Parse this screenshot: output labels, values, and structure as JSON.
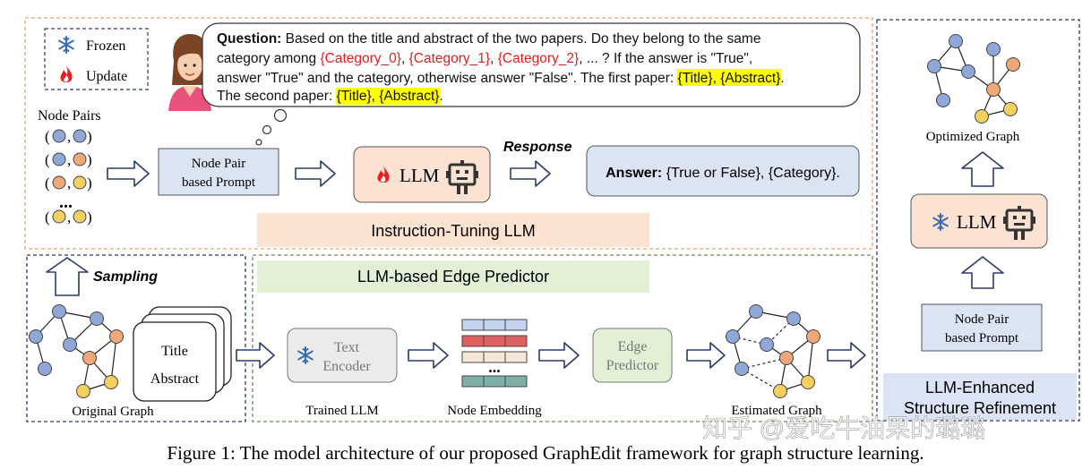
{
  "legend": {
    "frozen": "Frozen",
    "update": "Update"
  },
  "question": {
    "label": "Question:",
    "line1": "Based on the title and abstract of the two papers. Do they belong to the same",
    "line2_pre": "category among ",
    "cat0": "{Category_0}",
    "sep1": ", ",
    "cat1": "{Category_1}",
    "sep2": ", ",
    "cat2": "{Category_2}",
    "line2_post": ", ... ? If the answer is \"True\",",
    "line3_pre": "answer \"True\" and the category, otherwise answer \"False\". The first paper: ",
    "hl1": "{Title}, {Abstract}",
    "line3_post": ".",
    "line4_pre": "The second paper: ",
    "hl2": "{Title}, {Abstract}",
    "line4_post": "."
  },
  "node_pairs": {
    "label": "Node Pairs",
    "dots": "..."
  },
  "prompt_top": {
    "line1": "Node Pair",
    "line2": "based Prompt"
  },
  "llm_label": "LLM",
  "response_label": "Response",
  "answer": {
    "label": "Answer:",
    "text": "{True or False}, {Category}."
  },
  "instruction_label": "Instruction-Tuning LLM",
  "sampling_label": "Sampling",
  "docs": {
    "title": "Title",
    "abstract": "Abstract"
  },
  "original_graph_label": "Original Graph",
  "edge_predictor_region_label": "LLM-based Edge Predictor",
  "text_encoder": {
    "line1": "Text",
    "line2": "Encoder"
  },
  "trained_llm_label": "Trained LLM",
  "node_embedding_label": "Node Embedding",
  "embedding_dots": "...",
  "edge_predictor": {
    "line1": "Edge",
    "line2": "Predictor"
  },
  "estimated_graph_label": "Estimated Graph",
  "optimized_graph_label": "Optimized Graph",
  "prompt_right": {
    "line1": "Node Pair",
    "line2": "based Prompt"
  },
  "refinement": {
    "line1": "LLM-Enhanced",
    "line2": "Structure Refinement"
  },
  "watermark": "知乎 @爱吃牛油果的璐璐",
  "caption": "Figure 1: The model architecture of our proposed GraphEdit framework for graph structure learning.",
  "colors": {
    "node_blue": "#8fa8d8",
    "node_orange": "#f0a878",
    "node_yellow": "#f5d060",
    "orange_border": "#e8a070",
    "navy": "#2a3a6a",
    "green_border": "#6a8a50",
    "highlight": "#ffff00",
    "category_red": "#e02020",
    "instruction_bg": "#fbe3d2",
    "edge_bg": "#e2f0d5",
    "refinement_bg": "#dbe4f5",
    "answer_bg": "#dbe4f3",
    "llm_bg": "#fbe2d3"
  },
  "icons": [
    "snowflake-icon",
    "flame-icon",
    "robot-icon",
    "avatar",
    "thought-bubble-icon",
    "hollow-arrow-icon"
  ]
}
